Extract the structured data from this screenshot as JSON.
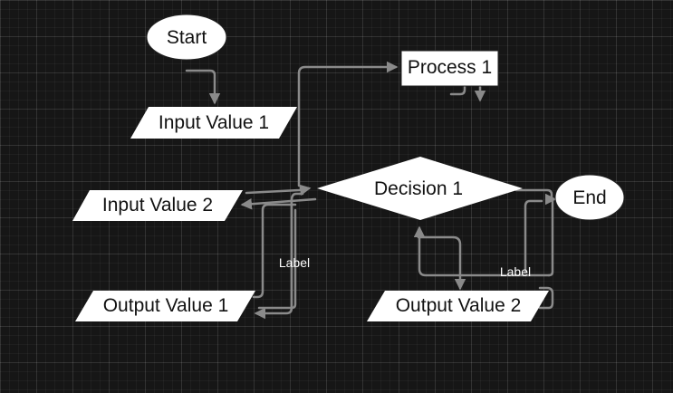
{
  "diagram": {
    "nodes": {
      "start": "Start",
      "process_1": "Process 1",
      "input_value_1": "Input Value 1",
      "input_value_2": "Input Value 2",
      "decision_1": "Decision 1",
      "end": "End",
      "output_value_1": "Output Value 1",
      "output_value_2": "Output Value 2"
    },
    "edge_labels": {
      "left_branch": "Label",
      "right_branch": "Label"
    }
  },
  "colors": {
    "background": "#161616",
    "node_fill": "#ffffff",
    "edge": "#8a8a8a",
    "text": "#111111",
    "label_text": "#ffffff"
  }
}
